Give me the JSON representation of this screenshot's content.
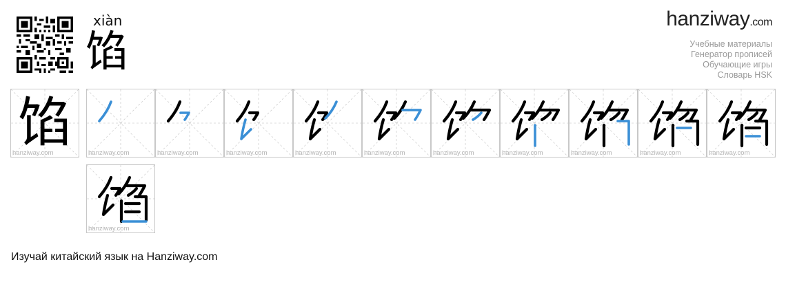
{
  "header": {
    "pinyin": "xiàn",
    "character": "馅"
  },
  "brand": {
    "logo_main": "hanziway",
    "logo_domain": ".com",
    "menu": [
      "Учебные материалы",
      "Генератор прописей",
      "Обучающие игры",
      "Словарь HSK"
    ]
  },
  "cells": {
    "watermark": "hanziway.com",
    "total_strokes": 11,
    "character": "馅"
  },
  "colors": {
    "stroke_highlight": "#3a8fd6",
    "stroke_done": "#000000",
    "grid_line": "#d0d0d0",
    "cell_border": "#c8c8c8",
    "menu_text": "#9a9a9a"
  },
  "footer": {
    "text": "Изучай китайский язык на Hanziway.com"
  }
}
